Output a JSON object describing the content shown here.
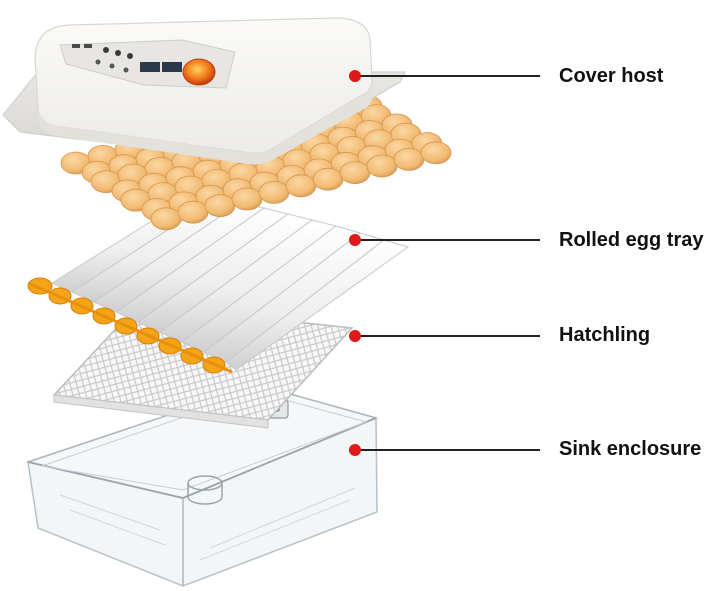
{
  "callouts": [
    {
      "id": "cover-host",
      "label": "Cover host"
    },
    {
      "id": "rolled-egg-tray",
      "label": "Rolled egg tray"
    },
    {
      "id": "hatchling",
      "label": "Hatchling"
    },
    {
      "id": "sink-enclosure",
      "label": "Sink enclosure"
    }
  ],
  "colors": {
    "marker": "#e01818",
    "leader_line": "#222222",
    "label_text": "#111111",
    "egg": "#f3bf7c",
    "egg_shadow": "#d99c55",
    "roller_end": "#f5a418",
    "roller": "#f4f4f4",
    "cover": "#f7f6f3",
    "enclosure": "#dfe6ea"
  },
  "icons": {
    "cover_indicator": "egg-candle-light-icon"
  }
}
